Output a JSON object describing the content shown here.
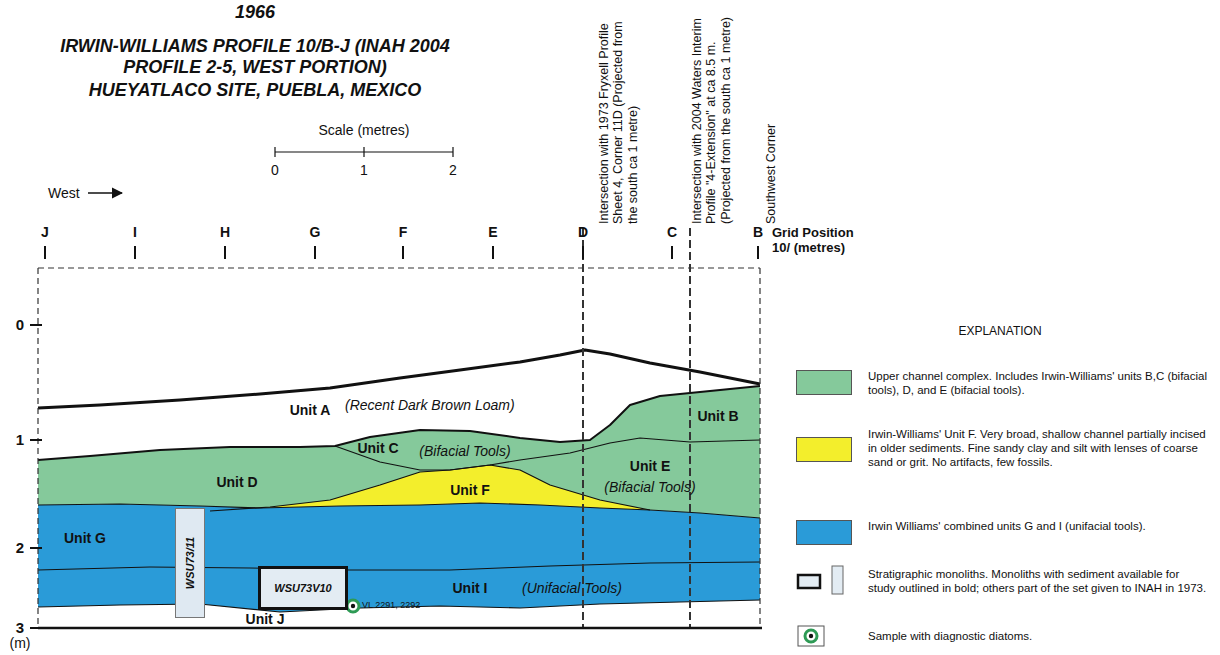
{
  "diagram": {
    "title": "IRWIN-WILLIAMS PROFILE 10/B-J (INAH 2004 PROFILE 2-5, WEST PORTION)",
    "nodes": [
      {
        "text": [
          "WSU73/11"
        ]
      },
      {
        "text": [
          "WSU73V10"
        ]
      }
    ],
    "labels": [
      "1966",
      "HUEYATLACO SITE, PUEBLA, MEXICO",
      "Scale (metres)",
      "0",
      "1",
      "2",
      "West",
      "J",
      "I",
      "H",
      "G",
      "F",
      "E",
      "D",
      "C",
      "B",
      "Grid Position 10/ (metres)",
      "Intersection with 1973 Fryxell Profile Sheet 4, Corner 11D (Projected from the south ca 1 metre)",
      "Intersection with 2004 Waters Interim Profile \"4-Extension\" at ca 8.5 m. (Projected from the south ca 1 metre)",
      "Southwest Corner",
      "0",
      "1",
      "2",
      "3",
      "(m)",
      "Unit A",
      "(Recent Dark Brown Loam)",
      "Unit B",
      "Unit C",
      "(Bifacial Tools)",
      "Unit D",
      "Unit E",
      "(Bifacial Tools)",
      "Unit F",
      "Unit G",
      "Unit I",
      "(Unifacial Tools)",
      "Unit J",
      "VL 2291, 2292",
      "EXPLANATION"
    ],
    "legend": [
      {
        "text": "Upper channel complex. Includes Irwin-Williams' units B,C (bifacial tools), D, and E (bifacial tools).",
        "color": "#85c99b"
      },
      {
        "text": "Irwin-Williams' Unit F. Very broad, shallow channel partially incised in older sediments. Fine sandy clay and silt with lenses of coarse sand or grit. No artifacts, few fossils.",
        "color": "#f3ee2c"
      },
      {
        "text": "Irwin Williams' combined units G and I (unifacial tools).",
        "color": "#2a9bd8"
      },
      {
        "text": "Stratigraphic monoliths. Monoliths with sediment available for study outlined in bold; others part of the set given to INAH in 1973."
      },
      {
        "text": "Sample with diagnostic diatoms."
      }
    ]
  }
}
